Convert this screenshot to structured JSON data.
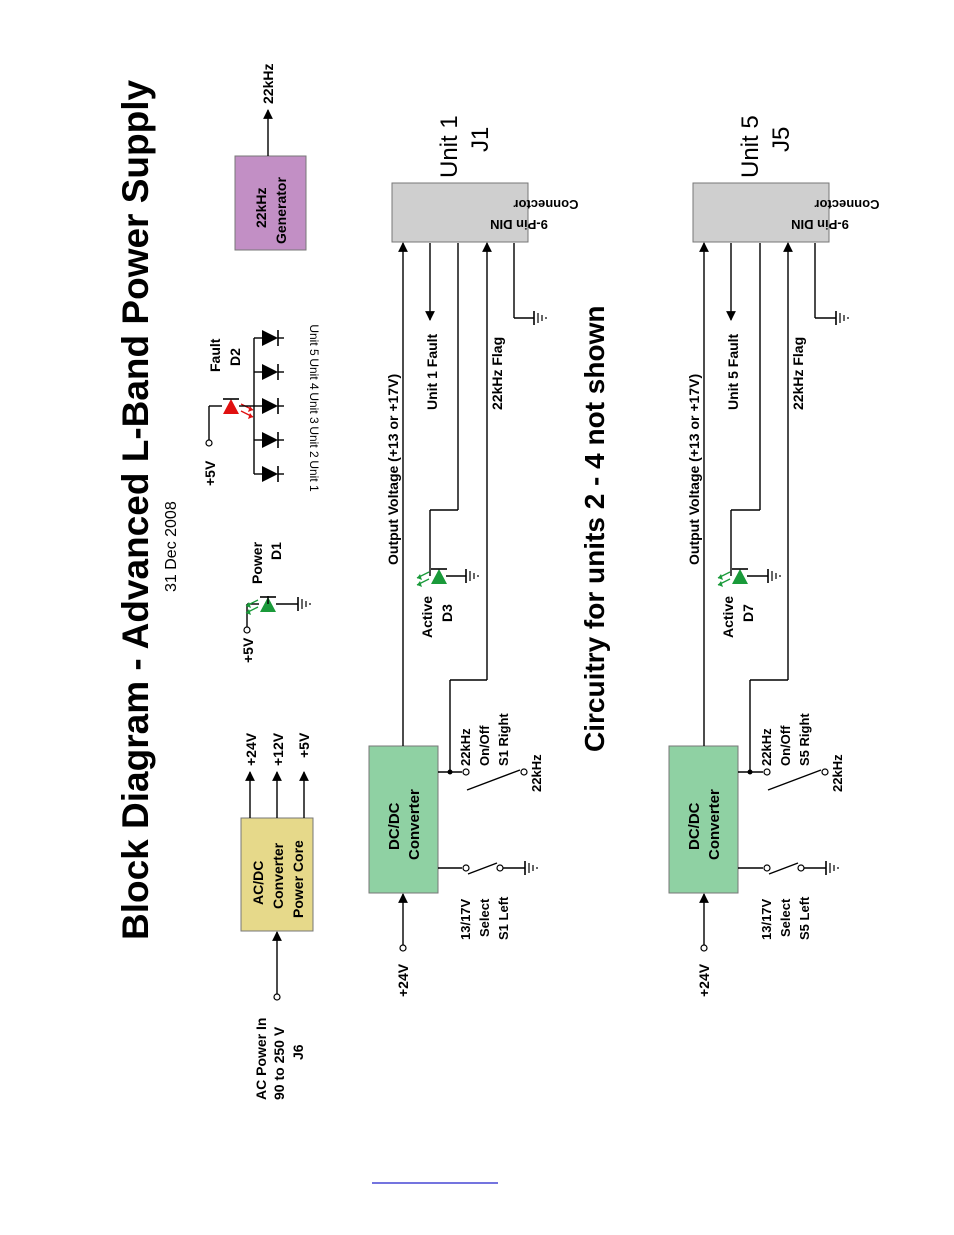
{
  "title": "Block Diagram - Advanced L-Band Power Supply",
  "date": "31 Dec 2008",
  "subtitle": "Circuitry for units 2 - 4 not shown",
  "power": {
    "ac_input_line1": "AC Power In",
    "ac_input_line2": "90 to 250 V",
    "ac_input_line3": "J6",
    "ac_box_line1": "AC/DC",
    "ac_box_line2": "Converter",
    "ac_box_line3": "Power Core",
    "out_24v": "+24V",
    "out_12v": "+12V",
    "out_5v": "+5V"
  },
  "indicators": {
    "plus5v": "+5V",
    "power_line1": "Power",
    "power_line2": "D1",
    "fault_line1": "Fault",
    "fault_line2": "D2",
    "units": [
      "Unit 1",
      "Unit 2",
      "Unit 3",
      "Unit 4",
      "Unit 5"
    ]
  },
  "generator": {
    "line1": "22kHz",
    "line2": "Generator",
    "output": "22kHz"
  },
  "unit1": {
    "title_line1": "Unit 1",
    "title_line2": "J1",
    "input": "+24V",
    "converter_line1": "DC/DC",
    "converter_line2": "Converter",
    "sel_line1": "13/17V",
    "sel_line2": "Select",
    "sel_line3": "S1 Left",
    "onoff_line1": "22kHz",
    "onoff_line2": "On/Off",
    "onoff_line3": "S1 Right",
    "tone": "22kHz",
    "active_line1": "Active",
    "active_line2": "D3",
    "output_voltage": "Output Voltage (+13 or +17V)",
    "fault": "Unit 1 Fault",
    "flag": "22kHz Flag",
    "din_line1": "9-Pin DIN",
    "din_line2": "Connector"
  },
  "unit5": {
    "title_line1": "Unit 5",
    "title_line2": "J5",
    "input": "+24V",
    "converter_line1": "DC/DC",
    "converter_line2": "Converter",
    "sel_line1": "13/17V",
    "sel_line2": "Select",
    "sel_line3": "S5 Left",
    "onoff_line1": "22kHz",
    "onoff_line2": "On/Off",
    "onoff_line3": "S5 Right",
    "tone": "22kHz",
    "active_line1": "Active",
    "active_line2": "D7",
    "output_voltage": "Output Voltage (+13 or +17V)",
    "fault": "Unit 5 Fault",
    "flag": "22kHz Flag",
    "din_line1": "9-Pin DIN",
    "din_line2": "Connector"
  },
  "colors": {
    "ac_box": "#e6d98a",
    "dc_box": "#8fd1a3",
    "generator_box": "#c28fc5",
    "din_box": "#cfcfcf",
    "green_led": "#1a9a3a",
    "red_led": "#e01010",
    "link": "#2222cc"
  }
}
